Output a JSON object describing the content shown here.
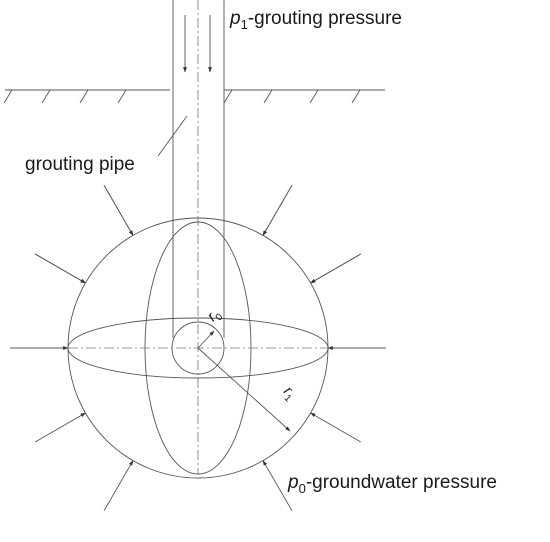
{
  "labels": {
    "p1_symbol": "p",
    "p1_subscript": "1",
    "p1_text": "-grouting pressure",
    "pipe_label": "grouting pipe",
    "p0_symbol": "p",
    "p0_subscript": "0",
    "p0_text": "-groundwater pressure",
    "r0_symbol": "r",
    "r0_subscript": "0",
    "r1_symbol": "r",
    "r1_subscript": "1"
  },
  "colors": {
    "line": "#555555",
    "text": "#1a1a1a"
  }
}
